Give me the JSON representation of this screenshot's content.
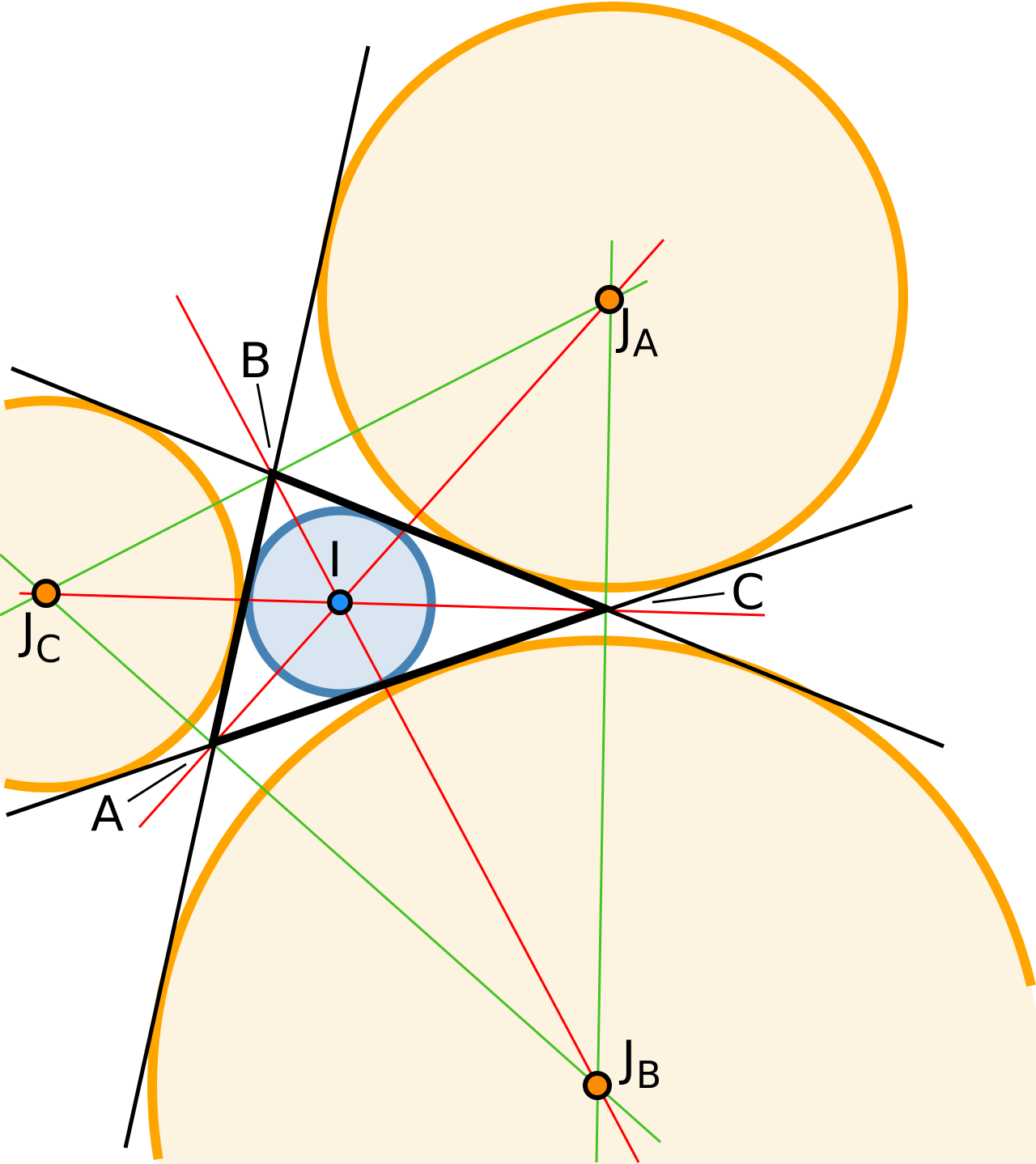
{
  "title": "Incircle and excircles of a triangle",
  "labels": {
    "A": "A",
    "B": "B",
    "C": "C",
    "I": "I",
    "JA_main": "J",
    "JA_sub": "A",
    "JB_main": "J",
    "JB_sub": "B",
    "JC_main": "J",
    "JC_sub": "C"
  },
  "colors": {
    "excircle_stroke": "#ffa500",
    "excircle_fill": "#fdf3e1",
    "incircle_stroke": "#4682b4",
    "incircle_fill": "#d9e5f0",
    "internal_bisector": "#ff0000",
    "external_bisector": "#44c424",
    "excenter_point": "#ff8c00",
    "incenter_point": "#1e90ff",
    "lines": "#000000"
  }
}
